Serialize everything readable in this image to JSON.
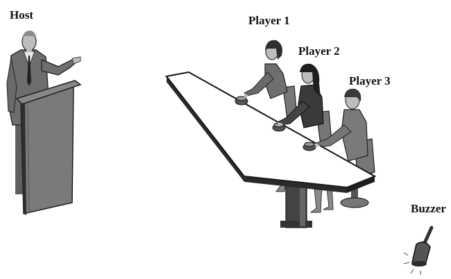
{
  "labels": {
    "host": "Host",
    "player1": "Player 1",
    "player2": "Player 2",
    "player3": "Player 3",
    "buzzer": "Buzzer"
  },
  "colors": {
    "ink": "#111111",
    "suit": "#6e6e6e",
    "podium": "#7a7a7a",
    "table_top": "#ffffff",
    "table_edge": "#2a2a2a",
    "skin": "#bdbdbd",
    "hair": "#3a3a3a"
  },
  "icons": [
    "host-figure",
    "podium",
    "table",
    "player-figure",
    "button-icon",
    "chair",
    "bell-icon"
  ]
}
